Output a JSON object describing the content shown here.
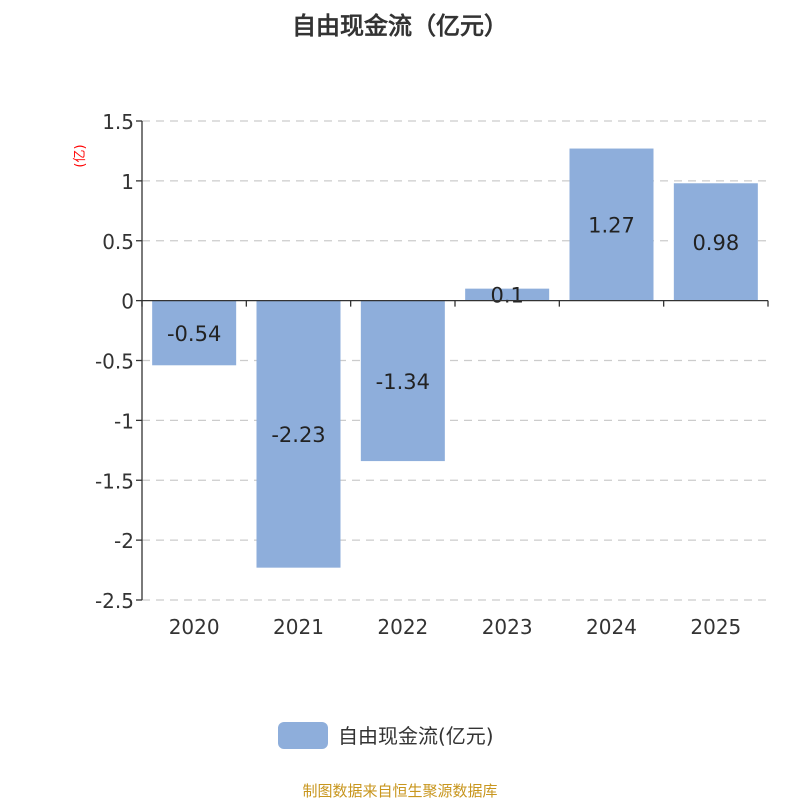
{
  "chart_data": {
    "type": "bar",
    "title": "自由现金流（亿元）",
    "ylabel": "(亿)",
    "xlabel": "",
    "categories": [
      "2020",
      "2021",
      "2022",
      "2023",
      "2024",
      "2025"
    ],
    "series": [
      {
        "name": "自由现金流(亿元)",
        "values": [
          -0.54,
          -2.23,
          -1.34,
          0.1,
          1.27,
          0.98
        ],
        "color": "#8eaedb"
      }
    ],
    "ylim": [
      -2.5,
      1.5
    ],
    "yticks": [
      1.5,
      1,
      0.5,
      0,
      -0.5,
      -1,
      -1.5,
      -2,
      -2.5
    ],
    "grid": true,
    "legend_position": "bottom"
  },
  "footer": "制图数据来自恒生聚源数据库",
  "colors": {
    "bar": "#8eaedb",
    "ylabel": "#ff0000",
    "footer": "#c8961e"
  }
}
